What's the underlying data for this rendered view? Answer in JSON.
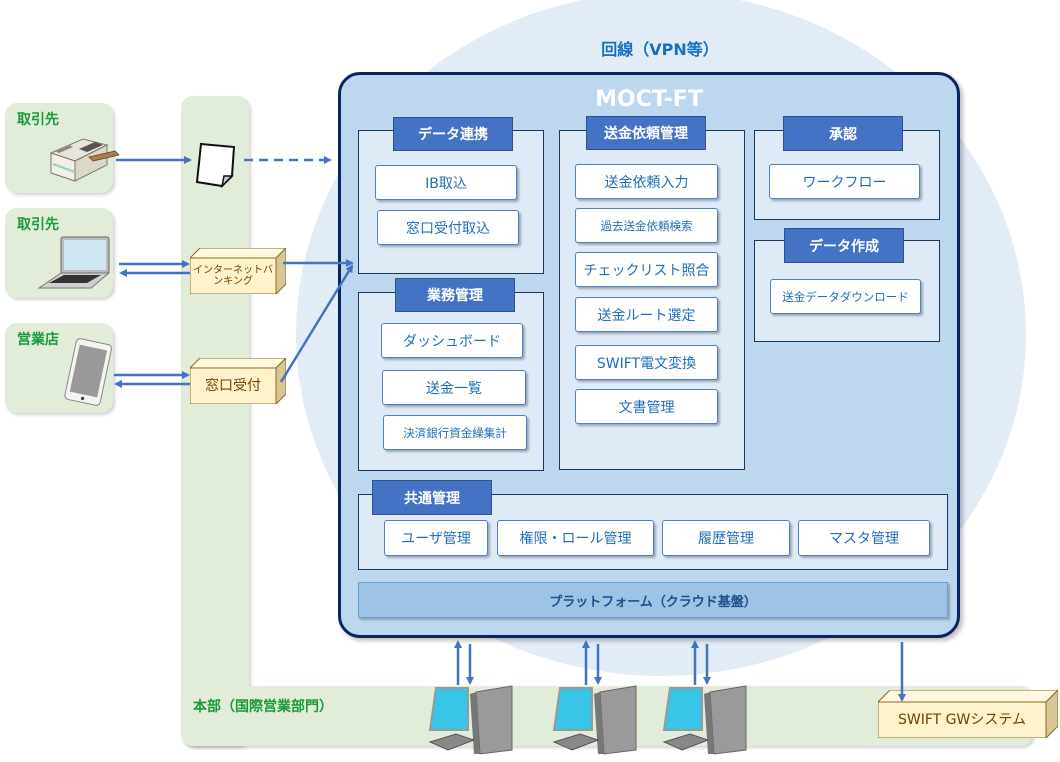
{
  "network": {
    "label": "回線（VPN等）"
  },
  "actors": [
    {
      "label": "取引先",
      "device": "fax-machine"
    },
    {
      "label": "取引先",
      "device": "laptop"
    },
    {
      "label": "営業店",
      "device": "tablet"
    }
  ],
  "channels": {
    "document": "paper-document",
    "internet_banking": "インターネットバンキング",
    "internet_banking_line1": "インターネットバ",
    "internet_banking_line2": "ンキング",
    "counter": "窓口受付"
  },
  "system": {
    "title": "MOCT-FT",
    "groups": {
      "data_link": {
        "title": "データ連携",
        "items": [
          "IB取込",
          "窓口受付取込"
        ]
      },
      "remittance_request": {
        "title": "送金依頼管理",
        "items": [
          "送金依頼入力",
          "過去送金依頼検索",
          "チェックリスト照合",
          "送金ルート選定",
          "SWIFT電文変換",
          "文書管理"
        ]
      },
      "approval": {
        "title": "承認",
        "items": [
          "ワークフロー"
        ]
      },
      "data_creation": {
        "title": "データ作成",
        "items": [
          "送金データダウンロード"
        ]
      },
      "business_mgmt": {
        "title": "業務管理",
        "items": [
          "ダッシュボード",
          "送金一覧",
          "決済銀行資金繰集計"
        ]
      },
      "common_mgmt": {
        "title": "共通管理",
        "items": [
          "ユーザ管理",
          "権限・ロール管理",
          "履歴管理",
          "マスタ管理"
        ]
      }
    },
    "platform": "プラットフォーム（クラウド基盤）"
  },
  "headquarters": {
    "label": "本部（国際営業部門）",
    "terminals": 3,
    "swift_gw": "SWIFT GWシステム"
  },
  "colors": {
    "accent_blue": "#4472c4",
    "dark_navy": "#0a2463",
    "system_fill": "#bdd7ee",
    "green_panel": "#e1edd8",
    "green_text": "#1a9a3a",
    "cube_fill": "#fff2cc",
    "arrow": "#4472c4"
  }
}
